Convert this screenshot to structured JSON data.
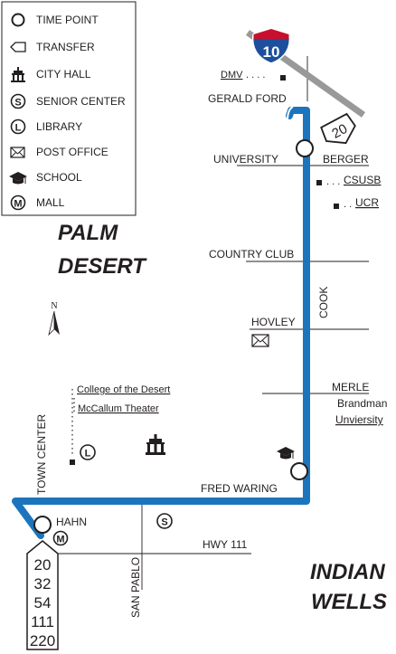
{
  "legend": {
    "items": [
      {
        "icon": "time-point-icon",
        "label": "TIME POINT"
      },
      {
        "icon": "transfer-icon",
        "label": "TRANSFER"
      },
      {
        "icon": "city-hall-icon",
        "label": "CITY HALL"
      },
      {
        "icon": "senior-center-icon",
        "label": "SENIOR CENTER"
      },
      {
        "icon": "library-icon",
        "label": "LIBRARY"
      },
      {
        "icon": "post-office-icon",
        "label": "POST OFFICE"
      },
      {
        "icon": "school-icon",
        "label": "SCHOOL"
      },
      {
        "icon": "mall-icon",
        "label": "MALL"
      }
    ]
  },
  "areas": {
    "palm_desert_1": "PALM",
    "palm_desert_2": "DESERT",
    "indian_wells_1": "INDIAN",
    "indian_wells_2": "WELLS"
  },
  "highways": {
    "interstate": "10",
    "state_route": "20"
  },
  "streets": {
    "gerald_ford": "GERALD FORD",
    "university": "UNIVERSITY",
    "berger": "BERGER",
    "country_club": "COUNTRY CLUB",
    "cook": "COOK",
    "hovley": "HOVLEY",
    "merle": "MERLE",
    "fred_waring": "FRED WARING",
    "town_center": "TOWN CENTER",
    "hahn": "HAHN",
    "hwy_111": "HWY 111",
    "san_pablo": "SAN PABLO"
  },
  "places": {
    "dmv": "DMV",
    "csusb": "CSUSB",
    "ucr": "UCR",
    "college": "College of the Desert",
    "mccallum": "McCallum Theater",
    "brandman_1": "Brandman",
    "brandman_2": "Unviersity"
  },
  "compass": "N",
  "transfer_routes": [
    "20",
    "32",
    "54",
    "111",
    "220"
  ],
  "colors": {
    "route": "#1c75bc",
    "highway": "#999999",
    "interstate_shield": "#1d4f9c",
    "interstate_band": "#c8102e",
    "text": "#231f20"
  }
}
